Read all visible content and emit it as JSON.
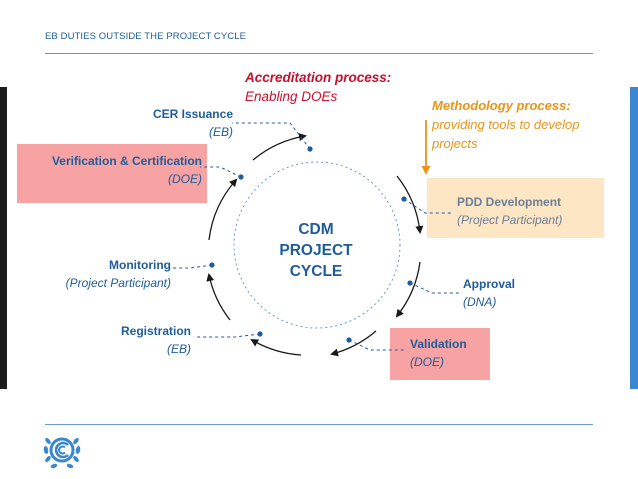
{
  "header": {
    "title": "EB DUTIES OUTSIDE THE PROJECT CYCLE"
  },
  "center": {
    "line1": "CDM",
    "line2": "PROJECT",
    "line3": "CYCLE"
  },
  "accreditation": {
    "title": "Accreditation process:",
    "subtitle": "Enabling DOEs"
  },
  "methodology": {
    "title": "Methodology process:",
    "line1": "providing tools to develop",
    "line2": "projects"
  },
  "stages": {
    "cer_issuance": {
      "title": "CER Issuance",
      "actor": "(EB)"
    },
    "verification": {
      "title": "Verification & Certification",
      "actor": "(DOE)"
    },
    "monitoring": {
      "title": "Monitoring",
      "actor": "(Project Participant)"
    },
    "registration": {
      "title": "Registration",
      "actor": "(EB)"
    },
    "validation": {
      "title": "Validation",
      "actor": "(DOE)"
    },
    "approval": {
      "title": "Approval",
      "actor": "(DNA)"
    },
    "pdd": {
      "title": "PDD Development",
      "actor": "(Project Participant)"
    }
  },
  "colors": {
    "text_blue": "#1f5c99",
    "highlight_pink": "#f7a3a3",
    "highlight_peach": "#fde6c4",
    "accent_red": "#c8102e",
    "accent_orange": "#e8951a"
  },
  "logo": {
    "icon": "unfccc-emblem-icon"
  }
}
